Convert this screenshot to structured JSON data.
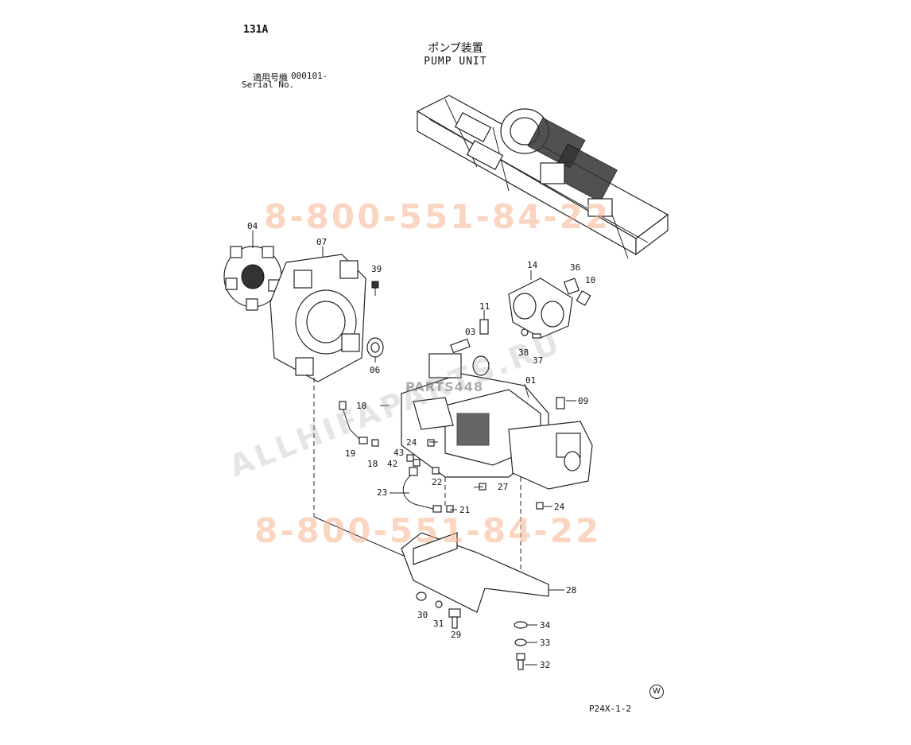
{
  "header": {
    "code": "131A",
    "title_jp": "ポンプ装置",
    "title_en": "PUMP UNIT",
    "serial_label_jp": "適用号機",
    "serial_value": "000101-",
    "serial_label_en": "Serial No."
  },
  "parts": {
    "p01": "01",
    "p03": "03",
    "p04": "04",
    "p06": "06",
    "p07": "07",
    "p09": "09",
    "p10": "10",
    "p11": "11",
    "p14": "14",
    "p18a": "18",
    "p18b": "18",
    "p19": "19",
    "p21": "21",
    "p22": "22",
    "p23": "23",
    "p24a": "24",
    "p24b": "24",
    "p27": "27",
    "p28": "28",
    "p29": "29",
    "p30": "30",
    "p31": "31",
    "p32": "32",
    "p33": "33",
    "p34": "34",
    "p36": "36",
    "p37": "37",
    "p38": "38",
    "p39": "39",
    "p42": "42",
    "p43": "43"
  },
  "watermarks": {
    "phone_top": "8-800-551-84-22",
    "phone_bottom": "8-800-551-84-22",
    "site": "ALLHIFAPARTS.RU",
    "overlay": "PARTS448"
  },
  "footer": {
    "drawing_no": "P24X-1-2",
    "mark": "W"
  }
}
